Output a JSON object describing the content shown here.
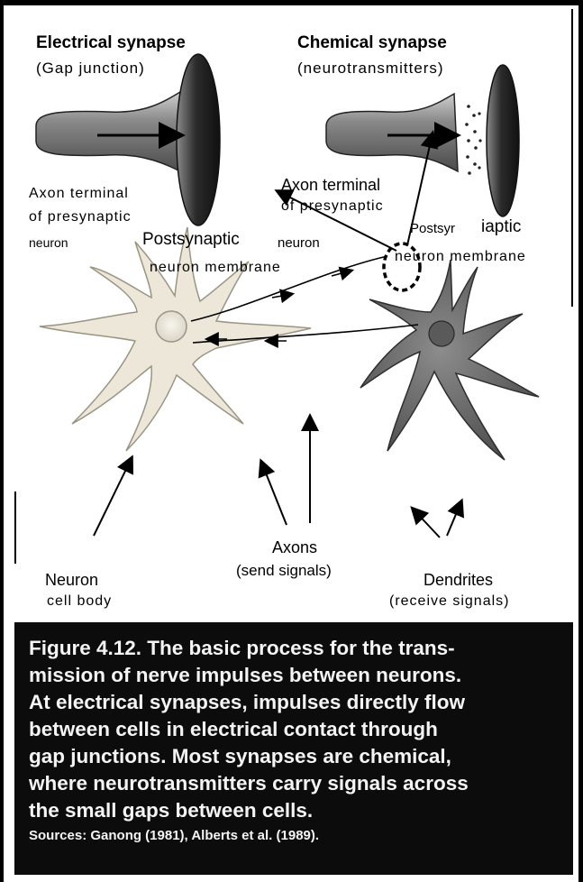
{
  "figure": {
    "electrical": {
      "title": "Electrical synapse",
      "subtitle": "(Gap junction)",
      "axon_label_1": "Axon terminal",
      "axon_label_2": "of presynaptic",
      "axon_label_3": "neuron",
      "post_label_1": "Postsynaptic",
      "post_label_1b": "neuron",
      "post_label_2": "neuron membrane"
    },
    "chemical": {
      "title": "Chemical synapse",
      "subtitle": "(neurotransmitters)",
      "axon_label_1": "Axon terminal",
      "axon_label_2": "of presynaptic",
      "post_label_1a": "Postsyr",
      "post_label_1b": "iaptic",
      "post_label_2": "neuron membrane"
    },
    "neurons": {
      "cell_body_1": "Neuron",
      "cell_body_2": "cell body",
      "axons_1": "Axons",
      "axons_2": "(send signals)",
      "dendrites_1": "Dendrites",
      "dendrites_2": "(receive signals)"
    },
    "caption": "Figure 4.12. The basic process for the trans-\nmission of nerve impulses between neurons.\nAt electrical synapses, impulses directly flow\nbetween cells in electrical contact through\ngap junctions. Most synapses are chemical,\nwhere neurotransmitters carry signals across\nthe small gaps between cells.",
    "sources": "Sources: Ganong (1981), Alberts et al. (1989)."
  },
  "colors": {
    "background": "#ffffff",
    "caption_bg": "#0c0c0c",
    "caption_text": "#f4f4f4",
    "neuron_light": "#f0ebe0",
    "neuron_dark": "#6e6e6e"
  }
}
